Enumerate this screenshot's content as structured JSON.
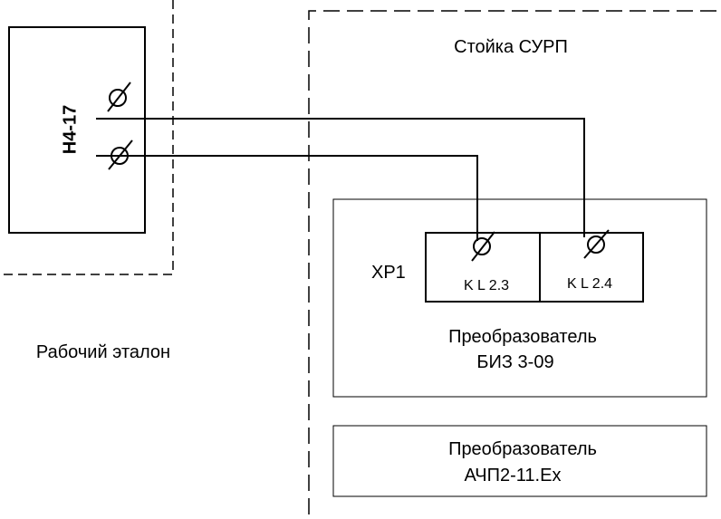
{
  "diagram": {
    "reference_label": "Рабочий эталон",
    "device": {
      "name": "Н4-17"
    },
    "rack": {
      "title": "Стойка СУРП"
    },
    "converter_1": {
      "connector": "ХР1",
      "terminal_left": "K L 2.3",
      "terminal_right": "K L 2.4",
      "name_line1": "Преобразователь",
      "name_line2": "БИЗ 3-09"
    },
    "converter_2": {
      "name_line1": "Преобразователь",
      "name_line2": "АЧП2-11.Ex"
    }
  }
}
